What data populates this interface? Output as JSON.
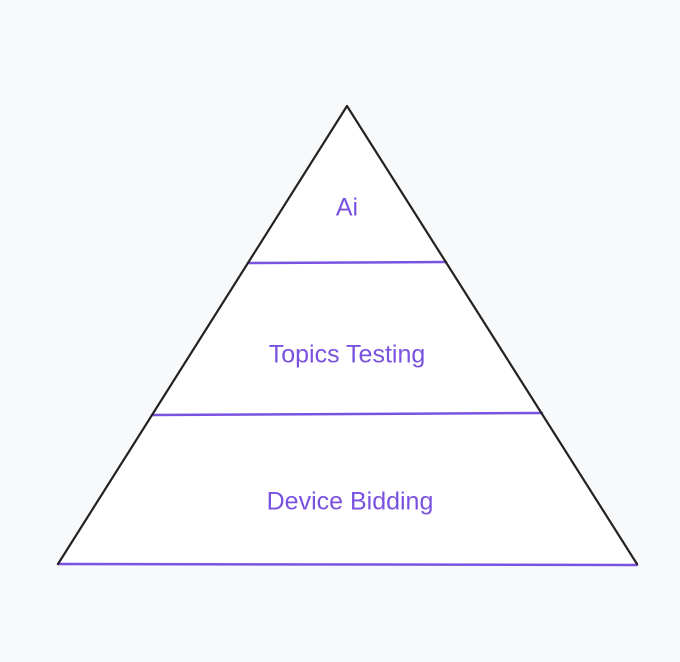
{
  "colors": {
    "background": "#f8f9fa",
    "pyramid_fill": "#ffffff",
    "outline": "#222222",
    "divider": "#7a52e0",
    "label_text": "#7a52e0"
  },
  "pyramid": {
    "tiers": [
      {
        "label": "Ai"
      },
      {
        "label": "Topics Testing"
      },
      {
        "label": "Device Bidding"
      }
    ]
  }
}
